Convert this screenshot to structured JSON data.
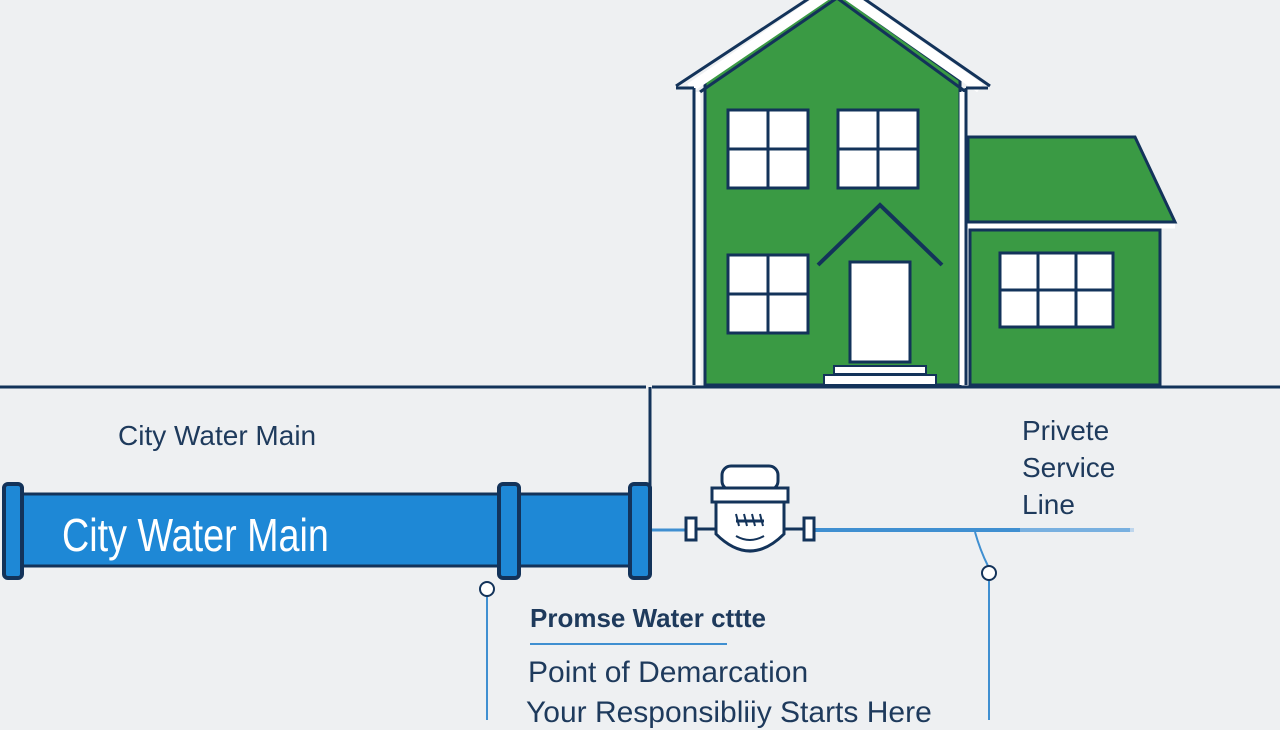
{
  "colors": {
    "background": "#eef0f2",
    "outline": "#13335a",
    "house_green": "#3a9a44",
    "pipe_blue": "#1e88d6",
    "service_line_blue": "#3f8fd1"
  },
  "labels": {
    "city_main_above": "City Water Main",
    "city_main_on_pipe": "City Water Main",
    "private_service_line": [
      "Privete",
      "Service",
      "Line"
    ],
    "premise_water": "Promse Water cttte",
    "demarcation": "Point of Demarcation",
    "responsibility": "Your Responsibliiy Starts Here"
  },
  "icons": {
    "meter": "water-meter-icon",
    "house": "house-icon"
  }
}
